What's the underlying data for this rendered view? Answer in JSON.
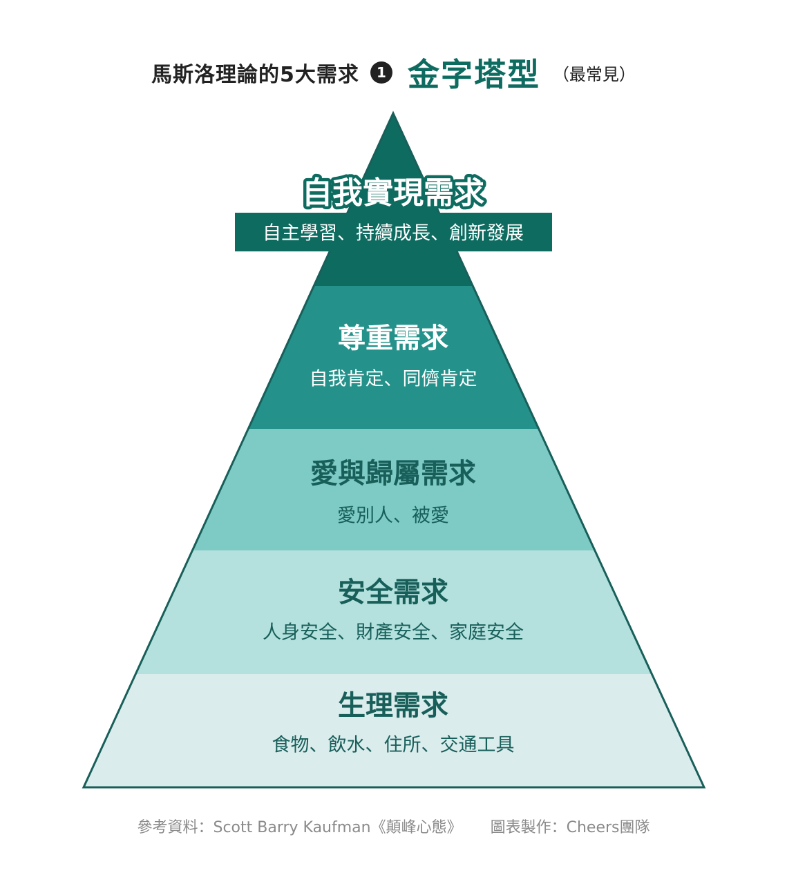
{
  "title": {
    "main": "馬斯洛理論的5大需求",
    "number": "1",
    "accent": "金字塔型",
    "note": "（最常見）"
  },
  "colors": {
    "title_accent": "#0e6b60",
    "outline": "#185f5a"
  },
  "levels": [
    {
      "title": "自我實現需求",
      "subtitle": "自主學習、持續成長、創新發展",
      "fill": "#0e6b60",
      "text_color": "#ffffff"
    },
    {
      "title": "尊重需求",
      "subtitle": "自我肯定、同儕肯定",
      "fill": "#24918a",
      "text_color": "#ffffff"
    },
    {
      "title": "愛與歸屬需求",
      "subtitle": "愛別人、被愛",
      "fill": "#7ecac4",
      "text_color": "#185f5a"
    },
    {
      "title": "安全需求",
      "subtitle": "人身安全、財產安全、家庭安全",
      "fill": "#b4e1de",
      "text_color": "#185f5a"
    },
    {
      "title": "生理需求",
      "subtitle": "食物、飲水、住所、交通工具",
      "fill": "#dbeced",
      "text_color": "#185f5a"
    }
  ],
  "footer": {
    "source": "參考資料：Scott Barry Kaufman《顛峰心態》",
    "credit": "圖表製作：Cheers團隊"
  }
}
